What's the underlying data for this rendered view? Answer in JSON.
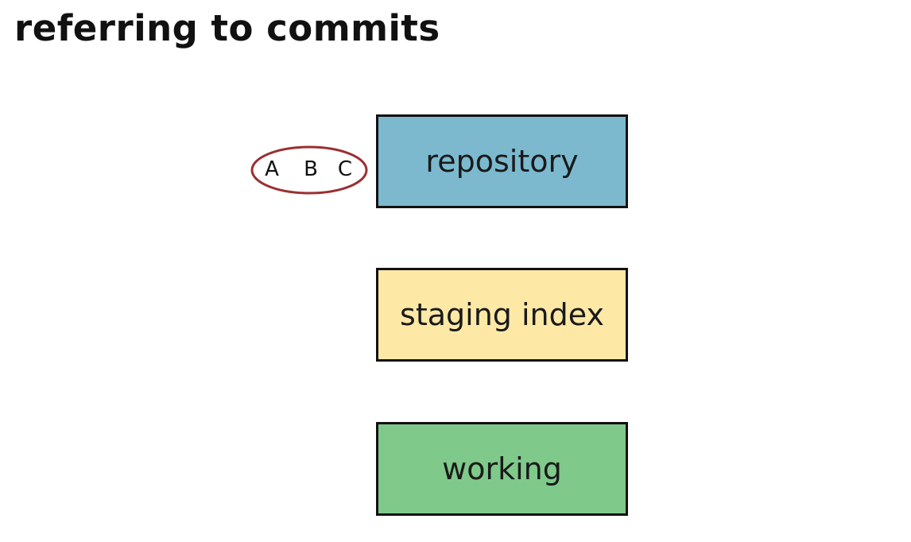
{
  "title": "referring to commits",
  "areas": {
    "repository": {
      "label": "repository",
      "fill": "#7cb9cf"
    },
    "staging": {
      "label": "staging index",
      "fill": "#fde8a6"
    },
    "working": {
      "label": "working",
      "fill": "#7fc98b"
    }
  },
  "commits": [
    "A",
    "B",
    "C"
  ],
  "highlight_color": "#9b2f30"
}
